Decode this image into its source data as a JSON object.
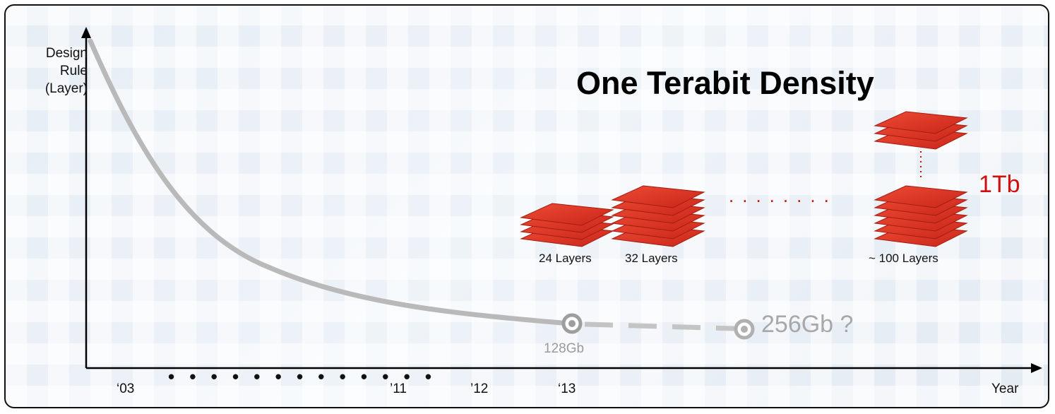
{
  "title": "One Terabit Density",
  "y_axis_label": [
    "Design",
    "Rule",
    "(Layer)"
  ],
  "x_axis_label": "Year",
  "x_ticks": [
    "‘03",
    "’11",
    "’12",
    "‘13"
  ],
  "x_ellipsis": "• • • • • • • • • • • • •",
  "milestones": {
    "current": "128Gb",
    "next": "256Gb ?",
    "target": "1Tb"
  },
  "stacks": [
    {
      "label": "24 Layers",
      "layers": 4
    },
    {
      "label": "32 Layers",
      "layers": 6
    },
    {
      "label": "~ 100 Layers",
      "layers": 9
    }
  ],
  "stack_ellipsis": "........",
  "colors": {
    "curve": "#b9b9b9",
    "stack": "#e0321e",
    "target_text": "#d01010",
    "axis": "#000000"
  }
}
